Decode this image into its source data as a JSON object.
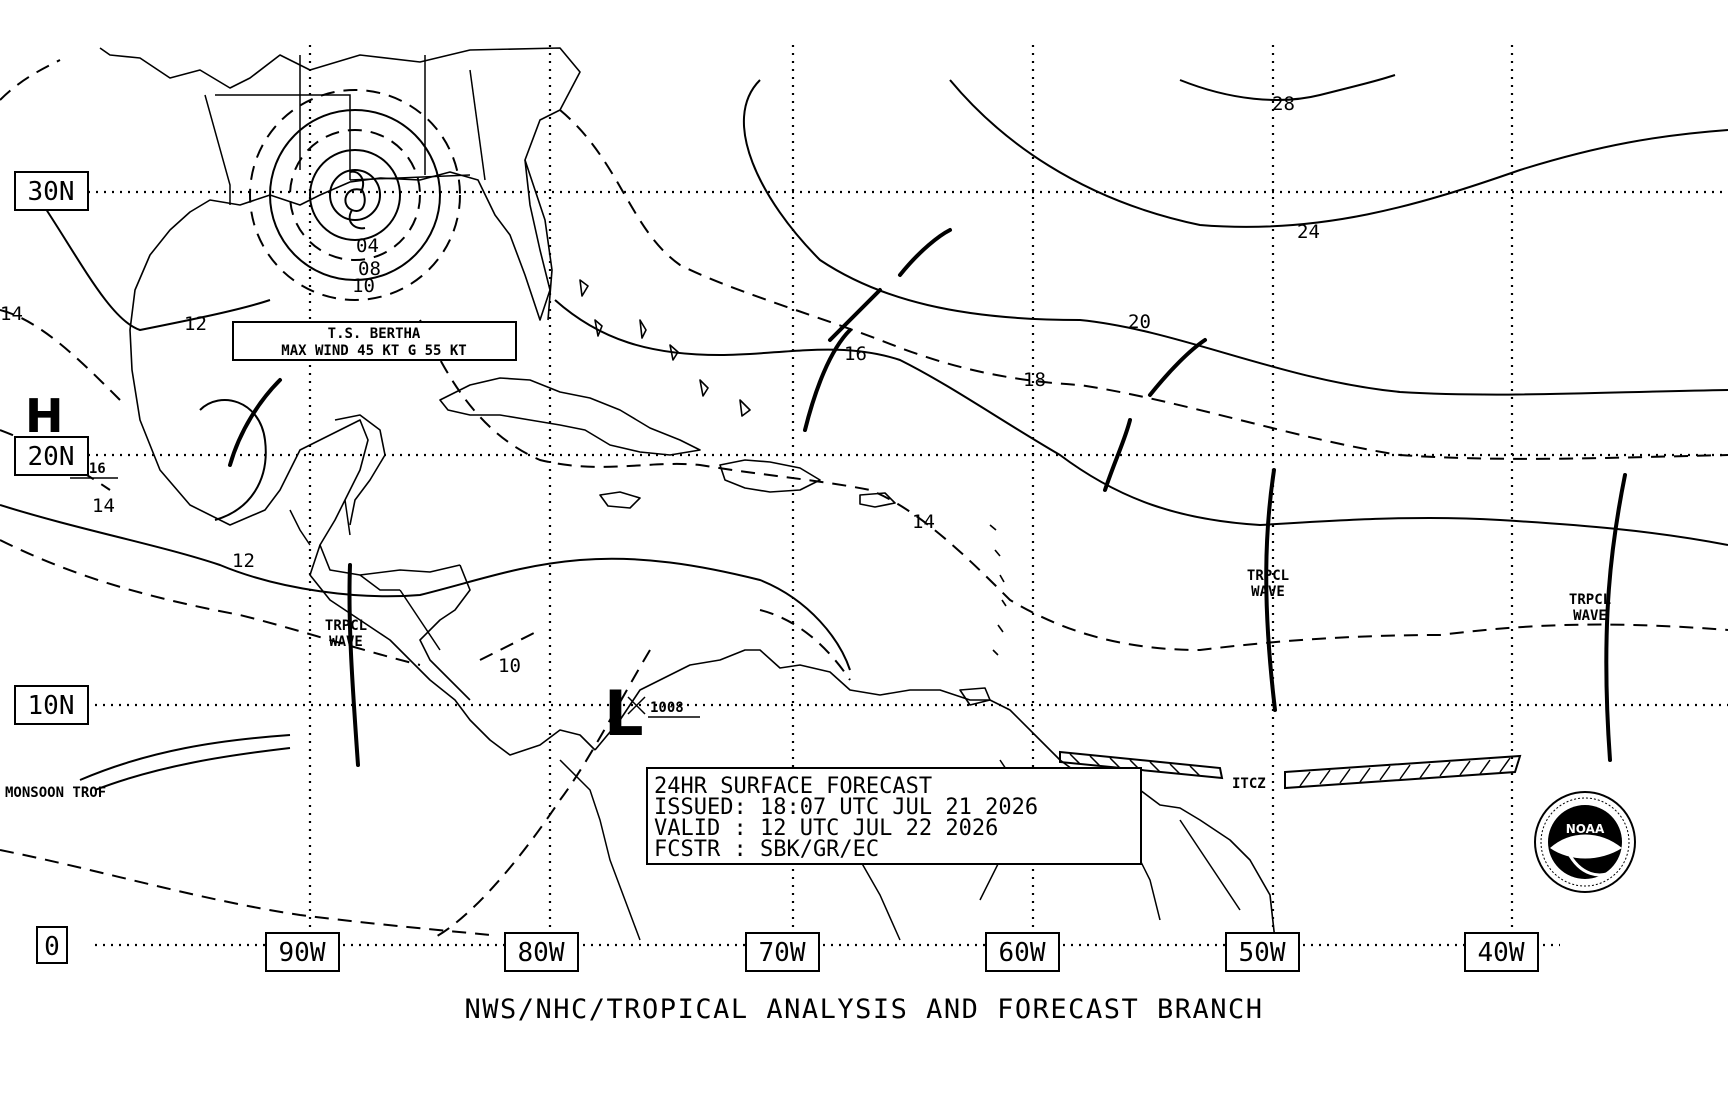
{
  "lat_labels": [
    "30N",
    "20N",
    "10N",
    "0"
  ],
  "lon_labels": [
    "90W",
    "80W",
    "70W",
    "60W",
    "50W",
    "40W"
  ],
  "isobar_labels": [
    "28",
    "24",
    "20",
    "18",
    "16",
    "14",
    "14",
    "14",
    "12",
    "12",
    "10",
    "10",
    "04",
    "08"
  ],
  "storm": {
    "name": "T.S. BERTHA",
    "wind": "MAX WIND 45 KT G 55 KT"
  },
  "high": {
    "symbol": "H",
    "pressure": "1016"
  },
  "low": {
    "symbol": "L",
    "pressure": "1008"
  },
  "tropical_waves": [
    "TRPCL",
    "WAVE",
    "TRPCL",
    "WAVE",
    "TRPCL",
    "WAVE"
  ],
  "features": {
    "itcz": "ITCZ",
    "monsoon": "MONSOON TROF"
  },
  "forecast_box": {
    "line1": "24HR SURFACE FORECAST",
    "line2": "ISSUED: 18:07 UTC JUL 21 2026",
    "line3": "VALID : 12 UTC JUL 22 2026",
    "line4": "FCSTR : SBK/GR/EC"
  },
  "logo": {
    "text": "NOAA"
  },
  "footer": "NWS/NHC/TROPICAL ANALYSIS AND FORECAST BRANCH"
}
